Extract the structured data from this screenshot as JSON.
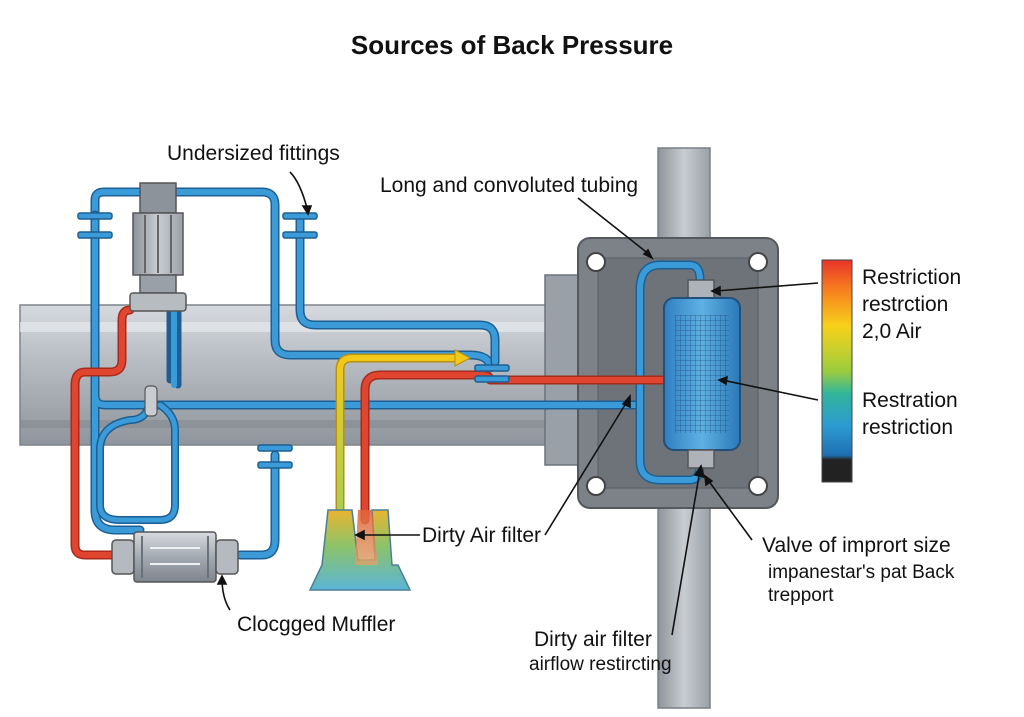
{
  "title": "Sources of Back Pressure",
  "labels": {
    "undersized_fittings": "Undersized fittings",
    "long_tubing": "Long and convoluted tubing",
    "dirty_air_filter": "Dirty Air filter",
    "clogged_muffler": "Clocgged Muffler",
    "dirty_air_filter_2": "Dirty air filter",
    "airflow_restricting": "airflow restircting",
    "valve_size": "Valve of imprort size",
    "valve_note_1": "impanestar's pat Back",
    "valve_note_2": "trepport"
  },
  "legend": {
    "items": [
      "Restriction",
      "restrction",
      "2,0 Air",
      "Restration",
      "restriction"
    ],
    "colors": [
      "#e8342a",
      "#f7821e",
      "#f6d21a",
      "#9ccc3c",
      "#32b59a",
      "#2b9ad3",
      "#1f6fb1",
      "#222222"
    ]
  },
  "colors": {
    "pipe_blue": "#3a9bd8",
    "pipe_red": "#e0452f",
    "pipe_yellow": "#f2c81b",
    "metal": "#b9bec4"
  }
}
